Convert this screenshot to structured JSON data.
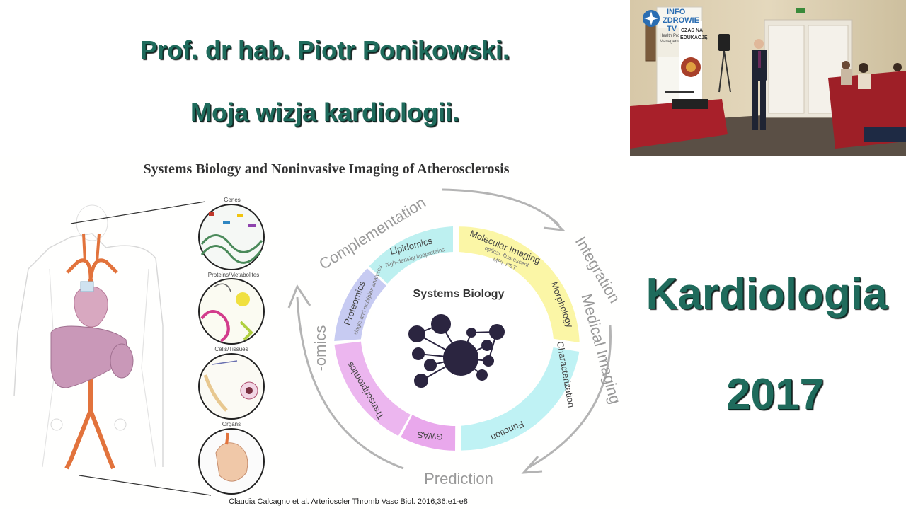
{
  "header": {
    "title_line1": "Prof. dr hab. Piotr Ponikowski.",
    "title_line2": "Moja wizja kardiologii."
  },
  "video": {
    "logo_line1": "INFO",
    "logo_line2": "ZDROWIE",
    "logo_line3": "TV",
    "banner_line1": "CZAS NA",
    "banner_line2": "EDUKACJĘ",
    "banner_small1": "Health Project",
    "banner_small2": "Management"
  },
  "slide": {
    "title": "Systems Biology and Noninvasive Imaging of Atherosclerosis",
    "scale_labels": [
      "Genes",
      "Proteins/Metabolites",
      "Cells/Tissues",
      "Organs"
    ],
    "center_title": "Systems Biology",
    "ring_outer": {
      "complementation": "Complementation",
      "integration": "Integration",
      "prediction": "Prediction",
      "omics": "-omics",
      "medical_imaging": "Medical Imaging"
    },
    "segments": {
      "lipidomics": "Lipidomics",
      "lipidomics_sub": "high-density lipoproteins",
      "molecular_imaging": "Molecular Imaging",
      "molecular_imaging_sub1": "optical, fluorescent",
      "molecular_imaging_sub2": "MRI, PET",
      "morphology": "Morphology",
      "characterization": "Characterization",
      "function": "Function",
      "gwas": "GWAS",
      "transcriptomics": "Transcriptomics",
      "proteomics": "Proteomics",
      "proteomics_sub": "single and multiplex analyses"
    },
    "citation": "Claudia Calcagno et al. Arterioscler Thromb Vasc Biol. 2016;36:e1-e8"
  },
  "side": {
    "word": "Kardiologia",
    "year": "2017"
  },
  "colors": {
    "title_green": "#1f6b5c",
    "lipidomics": "#bdf0f0",
    "molecular": "#fbf6a6",
    "characterization": "#bff2f4",
    "gwas": "#e9a8ec",
    "transcriptomics": "#ecb6ef",
    "proteomics": "#c7cbf2",
    "arrow_gray": "#b4b4b4",
    "network": "#2b2540"
  }
}
